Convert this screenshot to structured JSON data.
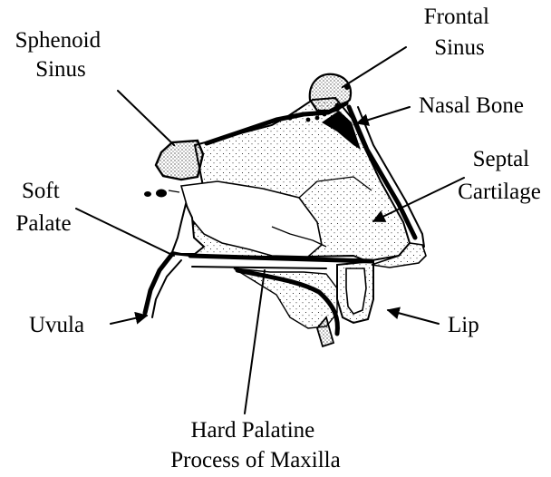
{
  "labels": {
    "sphenoid_sinus": [
      "Sphenoid",
      "Sinus"
    ],
    "frontal_sinus": [
      "Frontal",
      "Sinus"
    ],
    "nasal_bone": "Nasal Bone",
    "septal_cartilage": [
      "Septal",
      "Cartilage"
    ],
    "soft_palate": [
      "Soft",
      "Palate"
    ],
    "uvula": "Uvula",
    "lip": "Lip",
    "hard_palatine": [
      "Hard Palatine",
      "Process of Maxilla"
    ]
  }
}
